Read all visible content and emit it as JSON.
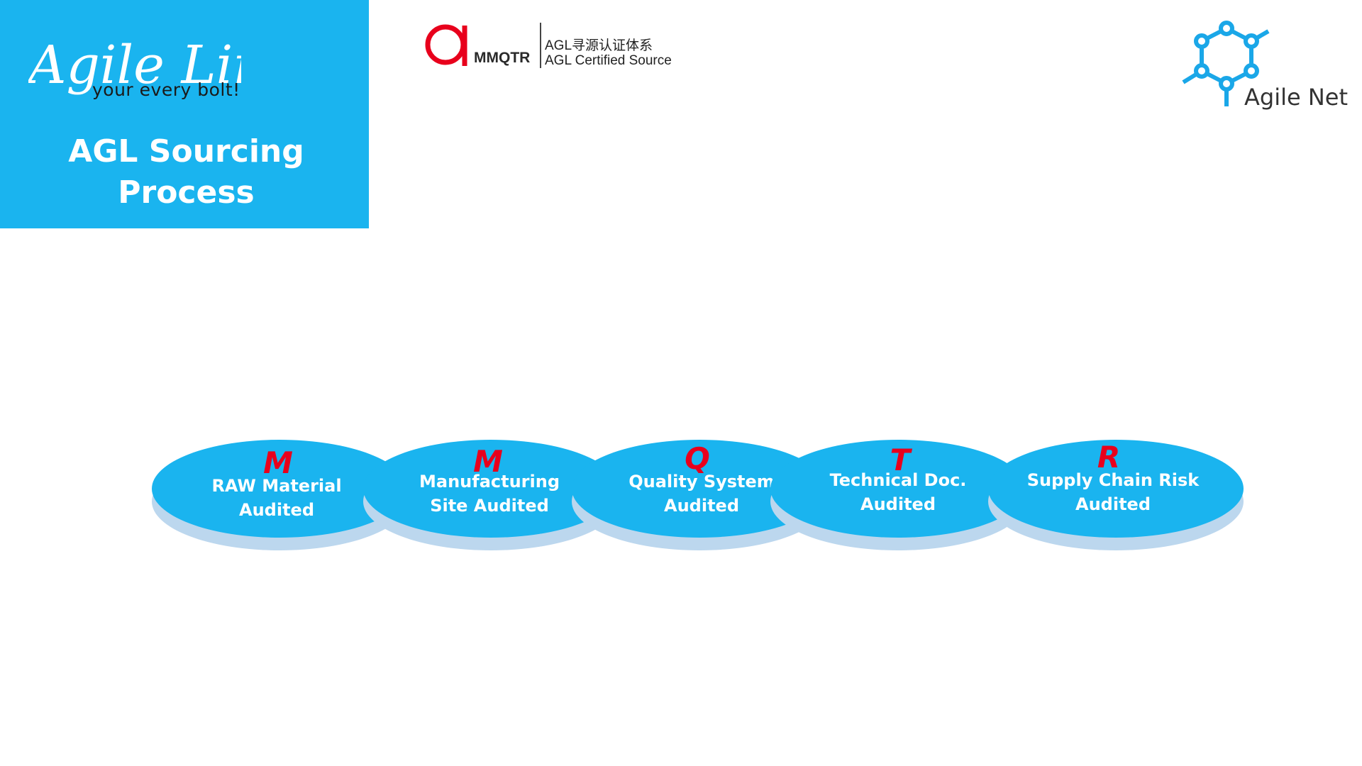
{
  "brand": {
    "script_name": "Agile Link",
    "tagline": "your every bolt!",
    "title_line1": "AGL Sourcing",
    "title_line2": "Process",
    "panel_color": "#1ab4ef"
  },
  "mmqtr_logo": {
    "mark_icon": "stylized-a-mark",
    "word": "MMQTR",
    "line_cn": "AGL寻源认证体系",
    "line_en": "AGL Certified Source",
    "accent_color": "#e8001c"
  },
  "agile_net_logo": {
    "icon": "hexagon-network-icon",
    "name": "Agile Net",
    "color": "#1aa7e8"
  },
  "steps": [
    {
      "letter": "M",
      "line1": "RAW Material",
      "line2": "Audited"
    },
    {
      "letter": "M",
      "line1": "Manufacturing",
      "line2": "Site Audited"
    },
    {
      "letter": "Q",
      "line1": "Quality System",
      "line2": "Audited"
    },
    {
      "letter": "T",
      "line1": "Technical Doc.",
      "line2": "Audited"
    },
    {
      "letter": "R",
      "line1": "Supply Chain Risk",
      "line2": "Audited"
    }
  ],
  "colors": {
    "ellipse": "#1ab4ef",
    "ellipse_shadow": "#bcd7ee",
    "letter": "#e8001c"
  }
}
